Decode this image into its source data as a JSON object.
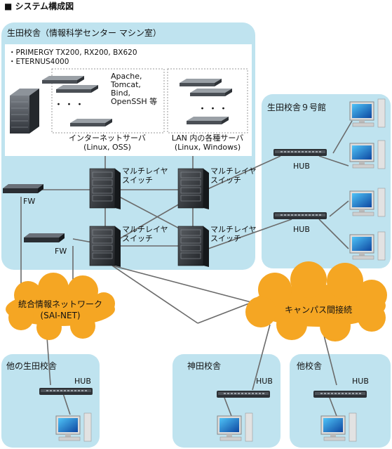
{
  "title": "■ システム構成図",
  "main_campus": {
    "name": "生田校舎（情報科学センター マシン室）",
    "servers": [
      "・PRIMERGY TX200, RX200, BX620",
      "・ETERNUS4000"
    ],
    "software": [
      "Apache,",
      "Tomcat,",
      "Bind,",
      "OpenSSH 等"
    ],
    "inet_server": [
      "インターネットサーバ",
      "(Linux, OSS)"
    ],
    "lan_server": [
      "LAN 内の各種サーバ",
      "(Linux, Windows)"
    ],
    "ellipsis": "・・・",
    "switch_label": [
      "マルチレイヤ",
      "スイッチ"
    ],
    "fw_label": "FW"
  },
  "building9": {
    "name": "生田校舎９号館",
    "hub_label": "HUB"
  },
  "sainet": [
    "統合情報ネットワーク",
    "(SAI-NET)"
  ],
  "campus_link": "キャンパス間接続",
  "other_ikuta": {
    "name": "他の生田校舎",
    "hub_label": "HUB"
  },
  "kanda": {
    "name": "神田校舎",
    "hub_label": "HUB"
  },
  "other_campus": {
    "name": "他校舎",
    "hub_label": "HUB"
  },
  "colors": {
    "panel": "#bfe3ef",
    "cloud": "#f5a623",
    "line": "#6b6b6b"
  }
}
